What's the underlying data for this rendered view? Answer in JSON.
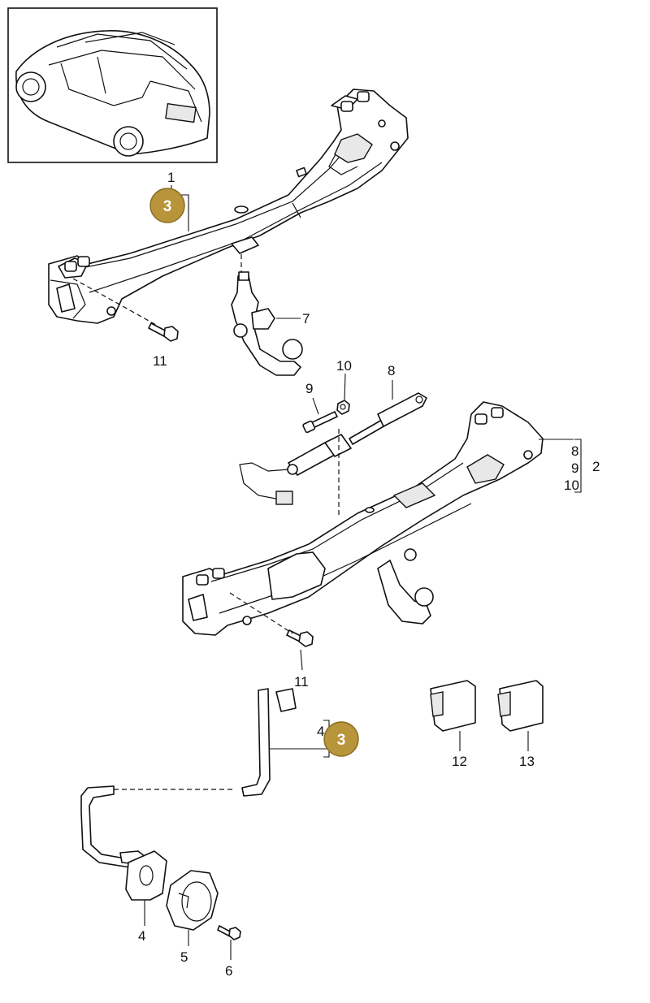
{
  "diagram": {
    "callouts": {
      "c1": "1",
      "c2": "2",
      "c4_top": "4",
      "c4_bottom": "4",
      "c5": "5",
      "c6": "6",
      "c7": "7",
      "c8_top": "8",
      "c8_right": "8",
      "c9_left": "9",
      "c9_right": "9",
      "c10_top": "10",
      "c10_right": "10",
      "c11_top": "11",
      "c11_bottom": "11",
      "c12": "12",
      "c13": "13"
    },
    "badges": {
      "badge_top": "3",
      "badge_bottom": "3"
    },
    "colors": {
      "badge_fill": "#b8943a",
      "badge_stroke": "#8a6d22",
      "line": "#111111"
    }
  }
}
